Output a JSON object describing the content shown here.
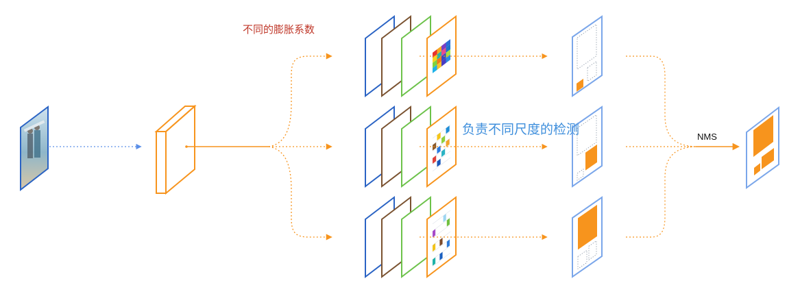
{
  "labels": {
    "dilation_rates": "不同的膨胀系数",
    "scale_detection": "负责不同尺度的检测",
    "nms": "NMS"
  },
  "colors": {
    "orange": "#f7941d",
    "blue_dash": "#5b8fe8",
    "blue_frame": "#2a63c4",
    "brown_frame": "#7a5230",
    "green_frame": "#6cc24a",
    "light_blue_card": "#7aa6ea",
    "red_text": "#c0392b",
    "blue_text": "#3f8fdc",
    "black_text": "#111111"
  },
  "branches": [
    {
      "name": "small-dilation",
      "grid_cells": [
        [
          "#e8322a",
          "#f5a623",
          "#7b3fc4",
          "#2b6fd6"
        ],
        [
          "#f8d21c",
          "#2bb3a3",
          "#e84a8e",
          "#1d74c9"
        ],
        [
          "#7fd23f",
          "#f07a1a",
          "#3a47c6",
          "#a5e043"
        ],
        [
          "#1fb2e8",
          "#f7c22a",
          "#4a3cc2",
          "#2e8be0"
        ]
      ],
      "box_layout": "small-box-bottom"
    },
    {
      "name": "medium-dilation",
      "grid_cells": [
        [
          "#ffffff",
          "#f5c518",
          "#ffffff",
          "#1f8ed8"
        ],
        [
          "#8b5a2b",
          "#ffffff",
          "#8ed13c",
          "#ffffff"
        ],
        [
          "#ffffff",
          "#2a7ae2",
          "#ffffff",
          "#f2a32c"
        ],
        [
          "#e0413a",
          "#ffffff",
          "#2bb3c4",
          "#ffffff"
        ],
        [
          "#ffffff",
          "#1a56b8",
          "#ffffff",
          "#ffffff"
        ]
      ],
      "box_layout": "medium-box-bottom-right"
    },
    {
      "name": "large-dilation",
      "grid_cells": [
        [
          "#ffffff",
          "#ffffff",
          "#ffffff",
          "#9dd6f2",
          "#ffffff"
        ],
        [
          "#a64ac9",
          "#ffffff",
          "#ffffff",
          "#ffffff",
          "#6fbf3f"
        ],
        [
          "#ffffff",
          "#ffffff",
          "#ffffff",
          "#ffffff",
          "#ffffff"
        ],
        [
          "#f2c31b",
          "#ffffff",
          "#7d4a2a",
          "#ffffff",
          "#ffffff"
        ],
        [
          "#ffffff",
          "#ffffff",
          "#ffffff",
          "#ffffff",
          "#2f7bd8"
        ],
        [
          "#1fb2a8",
          "#ffffff",
          "#1a5fc0",
          "#ffffff",
          "#ffffff"
        ]
      ],
      "box_layout": "large-box-top"
    }
  ]
}
